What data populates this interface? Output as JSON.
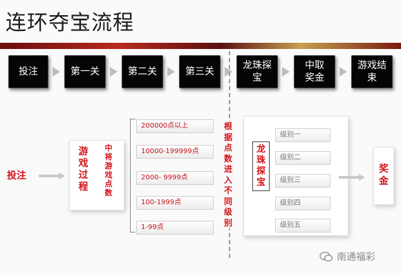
{
  "title": "连环夺宝流程",
  "flow": [
    "投注",
    "第一关",
    "第二关",
    "第三关",
    "龙珠探宝",
    "中取奖金",
    "游戏结束"
  ],
  "diagram": {
    "bet": "投注",
    "game_process": "游戏过程",
    "mid_points": "中将游戏点数",
    "ranges": [
      "200000点以上",
      "10000-199999点",
      "2000- 9999点",
      "100-1999点",
      "1-99点"
    ],
    "enter_levels": "根据点数进入不同级别",
    "dragon_treasure": "龙珠探宝",
    "levels": [
      "级别一",
      "级别二",
      "级别三",
      "级别四",
      "级别五"
    ],
    "prize": "奖金"
  },
  "watermark": "南通福彩",
  "colors": {
    "accent_red": "#d4141a",
    "flow_box": "#050505"
  }
}
